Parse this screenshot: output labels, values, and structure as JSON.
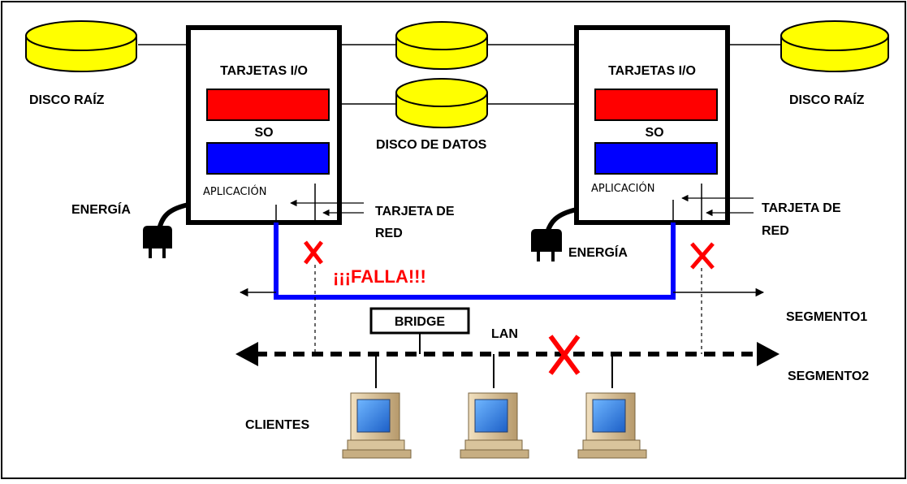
{
  "labels": {
    "disco_raiz": "DISCO RAÍZ",
    "tarjetas_io": "TARJETAS I/O",
    "so": "SO",
    "aplicacion": "APLICACIÓN",
    "disco_datos": "DISCO DE DATOS",
    "energia": "ENERGÍA",
    "tarjeta_de": "TARJETA DE",
    "red": "RED",
    "falla": "¡¡¡FALLA!!!",
    "segmento1": "SEGMENTO1",
    "segmento2": "SEGMENTO2",
    "bridge": "BRIDGE",
    "lan": "LAN",
    "clientes": "CLIENTES"
  },
  "colors": {
    "disk": "#ffff00",
    "so_bar": "#ff0000",
    "app_bar": "#0000ff",
    "heartbeat": "#0000ff",
    "fail_mark": "#ff0000"
  }
}
